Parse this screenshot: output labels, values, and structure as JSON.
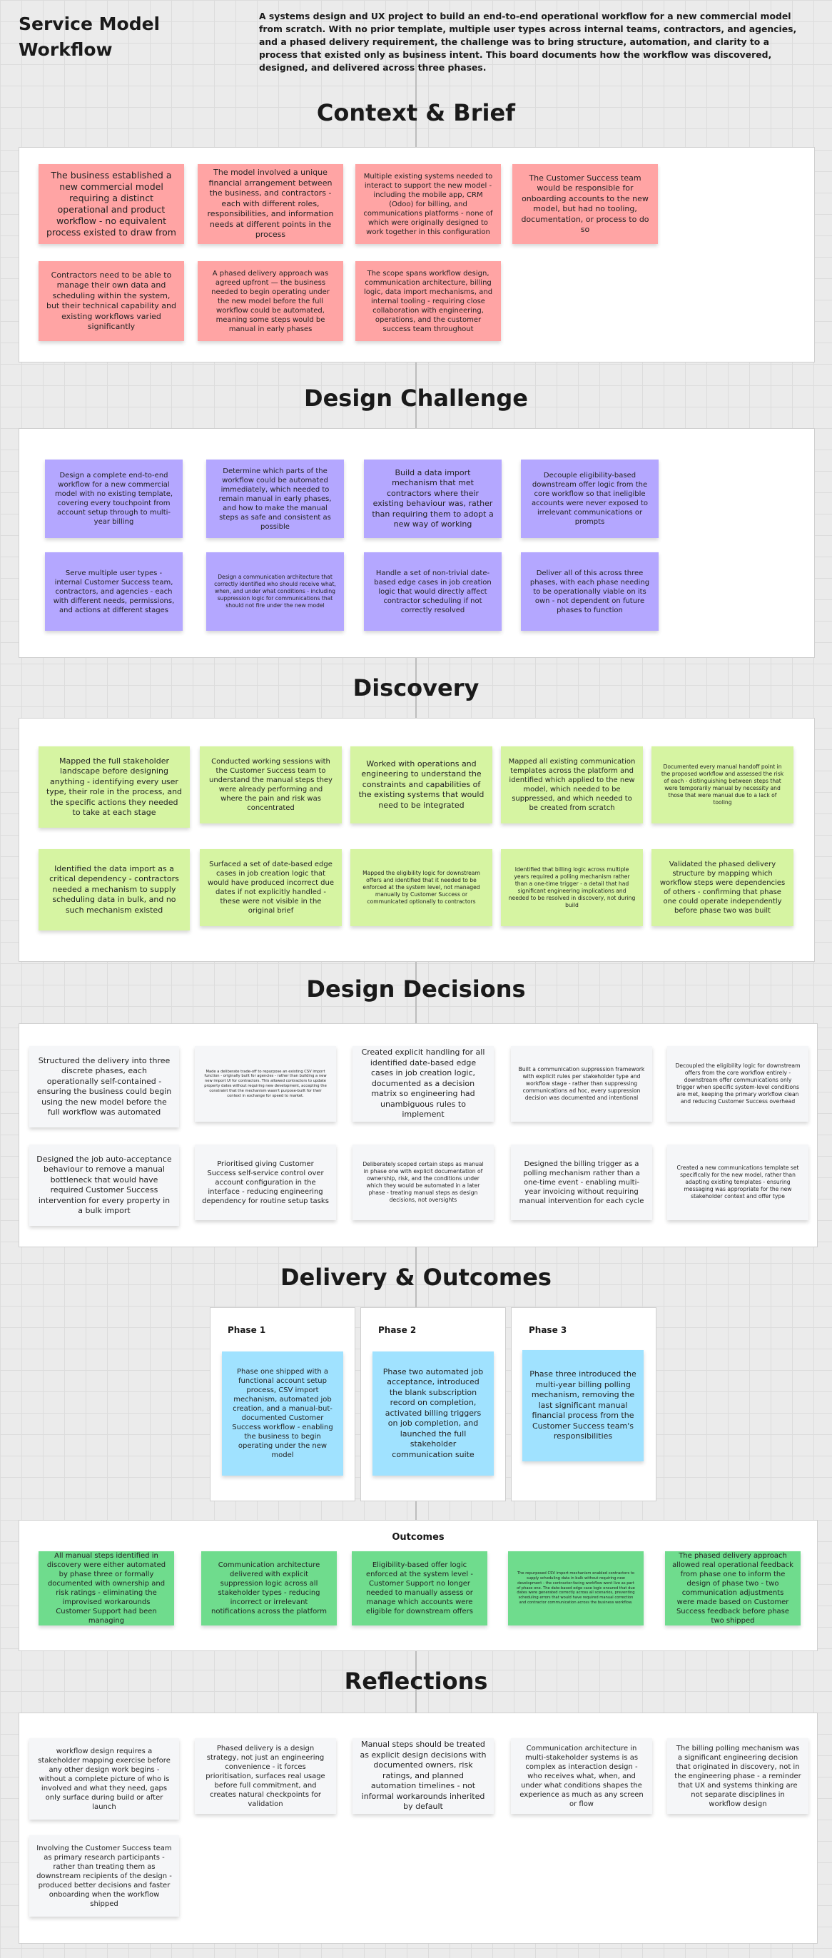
{
  "board": {
    "title": "Service Model Workflow",
    "intro": "A systems design and UX project to build an end-to-end operational workflow for a new commercial model from scratch. With no prior template, multiple user types across internal teams, contractors, and agencies, and a phased delivery requirement, the challenge was to bring structure, automation, and clarity to a process that existed only as business intent. This board documents how the workflow was discovered, designed, and delivered across three phases."
  },
  "context": {
    "heading": "Context & Brief",
    "notes": [
      "The business established a new commercial model requiring a distinct operational and product workflow - no equivalent process existed to draw from",
      "The model involved a unique financial arrangement between the business, and contractors - each with different roles, responsibilities, and information needs at different points in the process",
      "Multiple existing systems needed to interact to support the new model - including the mobile app, CRM (Odoo) for billing, and communications platforms - none of which were originally designed to work together in this configuration",
      "The Customer Success team would be responsible for onboarding accounts to the new model, but had no tooling, documentation, or process to do so",
      "Contractors need to be able to manage their own data and scheduling within the system, but their technical capability and existing workflows varied significantly",
      "A phased delivery approach was agreed upfront — the business needed to begin operating under the new model before the full workflow could be automated, meaning some steps would be manual in early phases",
      "The scope spans workflow design, communication architecture, billing logic, data import mechanisms, and internal tooling - requiring close collaboration with engineering, operations, and the customer success team throughout"
    ]
  },
  "challenge": {
    "heading": "Design Challenge",
    "notes": [
      "Design a complete end-to-end workflow for a new commercial model with no existing template, covering every touchpoint from account setup through to multi-year billing",
      "Determine which parts of the workflow could be automated immediately, which needed to remain manual in early phases, and how to make the manual steps as safe and consistent as possible",
      "Build a data import mechanism that met contractors where their existing behaviour was, rather than requiring them to adopt a new way of working",
      "Decouple eligibility-based downstream offer logic from the core workflow so that ineligible accounts were never exposed to irrelevant communications or prompts",
      "Serve multiple user types - internal Customer Success team, contractors, and agencies - each with different needs, permissions, and actions at different stages",
      "Design a communication architecture that correctly identified who should receive what, when, and under what conditions - including suppression logic for communications that should not fire under the new model",
      "Handle a set of non-trivial date-based edge cases in job creation logic that would directly affect contractor scheduling if not correctly resolved",
      "Deliver all of this across three phases, with each phase needing to be operationally viable on its own - not dependent on future phases to function"
    ]
  },
  "discovery": {
    "heading": "Discovery",
    "notes": [
      "Mapped the full stakeholder landscape before designing anything - identifying every user type, their role in the process, and the specific actions they needed to take at each stage",
      "Conducted working sessions with the Customer Success team to understand the manual steps they were already performing and where the pain and risk was concentrated",
      "Worked with operations and engineering to understand the constraints and capabilities of the existing systems that would need to be integrated",
      "Mapped all existing communication templates across the platform and identified which applied to the new model, which needed to be suppressed, and which needed to be created from scratch",
      "Documented every manual handoff point in the proposed workflow and assessed the risk of each - distinguishing between steps that were temporarily manual by necessity and those that were manual due to a lack of tooling",
      "Identified the data import as a critical dependency - contractors needed a mechanism to supply scheduling data in bulk, and no such mechanism existed",
      "Surfaced a set of date-based edge cases in job creation logic that would have produced incorrect due dates if not explicitly handled - these were not visible in the original brief",
      "Mapped the eligibility logic for downstream offers and identified that it needed to be enforced at the system level, not managed manually by Customer Success or communicated optionally to contractors",
      "Identified that billing logic across multiple years required a polling mechanism rather than a one-time trigger - a detail that had significant engineering implications and needed to be resolved in discovery, not during build",
      "Validated the phased delivery structure by mapping which workflow steps were dependencies of others - confirming that phase one could operate independently before phase two was built"
    ]
  },
  "decisions": {
    "heading": "Design Decisions",
    "notes": [
      "Structured the delivery into three discrete phases, each operationally self-contained - ensuring the business could begin using the new model before the full workflow was automated",
      "Made a deliberate trade-off to repurpose an existing CSV import function - originally built for agencies - rather than building a new new import UI for contractors. This allowed contractors to update property dates without requiring new development, accepting the constraint that the mechanism wasn't purpose-built for their context in exchange for speed to market.",
      "Created explicit handling for all identified date-based edge cases in job creation logic, documented as a decision matrix so engineering had unambiguous rules to implement",
      "Built a communication suppression framework with explicit rules per stakeholder type and workflow stage - rather than suppressing communications ad hoc, every suppression decision was documented and intentional",
      "Decoupled the eligibility logic for downstream offers from the core workflow entirely - downstream offer communications only trigger when specific system-level conditions are met, keeping the primary workflow clean and reducing Customer Success overhead",
      "Designed the job auto-acceptance behaviour to remove a manual bottleneck that would have required Customer Success intervention for every property in a bulk import",
      "Prioritised giving Customer Success self-service control over account configuration in the interface - reducing engineering dependency for routine setup tasks",
      "Deliberately scoped certain steps as manual in phase one with explicit documentation of ownership, risk, and the conditions under which they would be automated in a later phase - treating manual steps as design decisions, not oversights",
      "Designed the billing trigger as a polling mechanism rather than a one-time event - enabling multi-year invoicing without requiring manual intervention for each cycle",
      "Created a new communications template set specifically for the new model, rather than adapting existing templates - ensuring messaging was appropriate for the new stakeholder context and offer type"
    ]
  },
  "delivery": {
    "heading": "Delivery & Outcomes",
    "phases": [
      {
        "label": "Phase 1",
        "note": "Phase one shipped with a functional account setup process, CSV import mechanism, automated job creation, and a manual-but-documented Customer Success workflow - enabling the business to begin operating under the new model"
      },
      {
        "label": "Phase 2",
        "note": "Phase two automated job acceptance, introduced the blank subscription record on completion, activated billing triggers on job completion, and launched the full stakeholder communication suite"
      },
      {
        "label": "Phase 3",
        "note": "Phase three introduced the multi-year billing polling mechanism, removing the last significant manual financial process from the Customer Success team's responsibilities"
      }
    ]
  },
  "outcomes": {
    "label": "Outcomes",
    "notes": [
      "All manual steps identified in discovery were either automated by phase three or formally documented with ownership and risk ratings - eliminating the improvised workarounds Customer Support had been managing",
      "Communication architecture delivered with explicit suppression logic across all stakeholder types - reducing incorrect or irrelevant notifications across the platform",
      "Eligibility-based offer logic enforced at the system level - Customer Support no longer needed to manually assess or manage which accounts were eligible for downstream offers",
      "The repurposed CSV import mechanism enabled contractors to supply scheduling data in bulk without requiring new development - the contractor-facing workflow went live as part of phase one. The date-based edge case logic ensured that due dates were generated correctly across all scenarios, preventing scheduling errors that would have required manual correction and contractor communication across the business workflow.",
      "The phased delivery approach allowed real operational feedback from phase one to inform the design of phase two - two communication adjustments were made based on Customer Success feedback before phase two shipped"
    ]
  },
  "reflections": {
    "heading": "Reflections",
    "notes": [
      "workflow design requires a stakeholder mapping exercise before any other design work begins - without a complete picture of who is involved and what they need, gaps only surface during build or after launch",
      "Phased delivery is a design strategy, not just an engineering convenience - it forces prioritisation, surfaces real usage before full commitment, and creates natural checkpoints for validation",
      "Manual steps should be treated as explicit design decisions with documented owners, risk ratings, and planned automation timelines - not informal workarounds inherited by default",
      "Communication architecture in multi-stakeholder systems is as complex as interaction design - who receives what, when, and under what conditions shapes the experience as much as any screen or flow",
      "The billing polling mechanism was a significant engineering decision that originated in discovery, not in the engineering phase - a reminder that UX and systems thinking are not separate disciplines in workflow design",
      "Involving the Customer Success team as primary research participants - rather than treating them as downstream recipients of the design - produced better decisions and faster onboarding when the workflow shipped"
    ]
  },
  "colors": {
    "context": "#ffa4a4",
    "challenge": "#b4a7ff",
    "discovery": "#d6f4a2",
    "decisions": "#f5f6f8",
    "phases": "#a0e2ff",
    "outcomes": "#6fdc8d"
  }
}
